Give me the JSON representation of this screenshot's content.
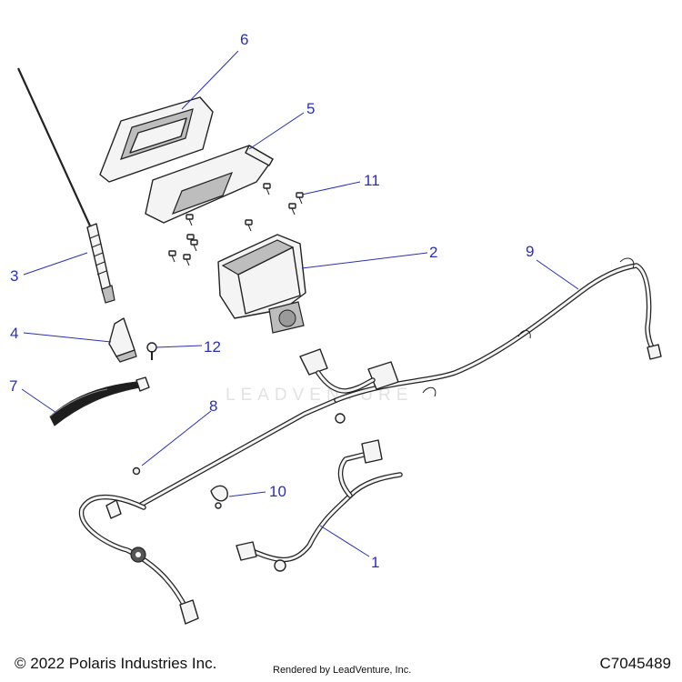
{
  "callouts": {
    "c1": "1",
    "c2": "2",
    "c3": "3",
    "c4": "4",
    "c5": "5",
    "c6": "6",
    "c7": "7",
    "c8": "8",
    "c9": "9",
    "c10": "10",
    "c11": "11",
    "c12": "12"
  },
  "footer": {
    "copyright": "© 2022 Polaris Industries Inc.",
    "rendered_by": "Rendered by LeadVenture, Inc.",
    "diagram_code": "C7045489"
  },
  "watermark": {
    "text": "LEADVENTURE"
  },
  "colors": {
    "callout": "#2a2fb8",
    "line_art": "#222222"
  }
}
